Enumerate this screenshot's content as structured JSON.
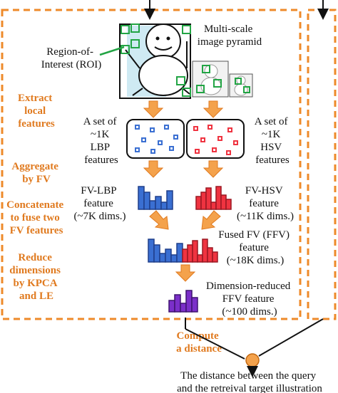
{
  "colors": {
    "accent_orange": "#e07a1f",
    "dashed_border": "#ee8a2a",
    "lbp_blue": "#3a6fd2",
    "hsv_red": "#ef3340",
    "ffv_purple": "#7b2fc9",
    "roi_green": "#22a444",
    "arrow_fill": "#f4a24c"
  },
  "labels": {
    "pyramid": [
      "Multi-scale",
      "image pyramid"
    ],
    "roi": [
      "Region-of-",
      "Interest (ROI)"
    ],
    "lbp_set": [
      "A set of",
      "~1K",
      "LBP",
      "features"
    ],
    "hsv_set": [
      "A set of",
      "~1K",
      "HSV",
      "features"
    ],
    "fv_lbp": [
      "FV-LBP",
      "feature",
      "(~7K dims.)"
    ],
    "fv_hsv": [
      "FV-HSV",
      "feature",
      "(~11K dims.)"
    ],
    "ffv": [
      "Fused FV (FFV)",
      "feature",
      "(~18K dims.)"
    ],
    "reduced": [
      "Dimension-reduced",
      "FFV feature",
      "(~100 dims.)"
    ],
    "distance": [
      "The distance between the query",
      "and the retreival target illustration"
    ]
  },
  "steps": {
    "extract": [
      "Extract",
      "local",
      "features"
    ],
    "aggregate": [
      "Aggregate",
      "by FV"
    ],
    "concatenate": [
      "Concatenate",
      "to fuse two",
      "FV features"
    ],
    "reduce": [
      "Reduce",
      "dimensions",
      "by KPCA",
      "and LE"
    ],
    "compute": [
      "Compute",
      "a distance"
    ]
  },
  "icons": [
    "snowman-illustration",
    "roi-squares",
    "lbp-dots",
    "hsv-dots",
    "histograms",
    "orange-arrows"
  ]
}
